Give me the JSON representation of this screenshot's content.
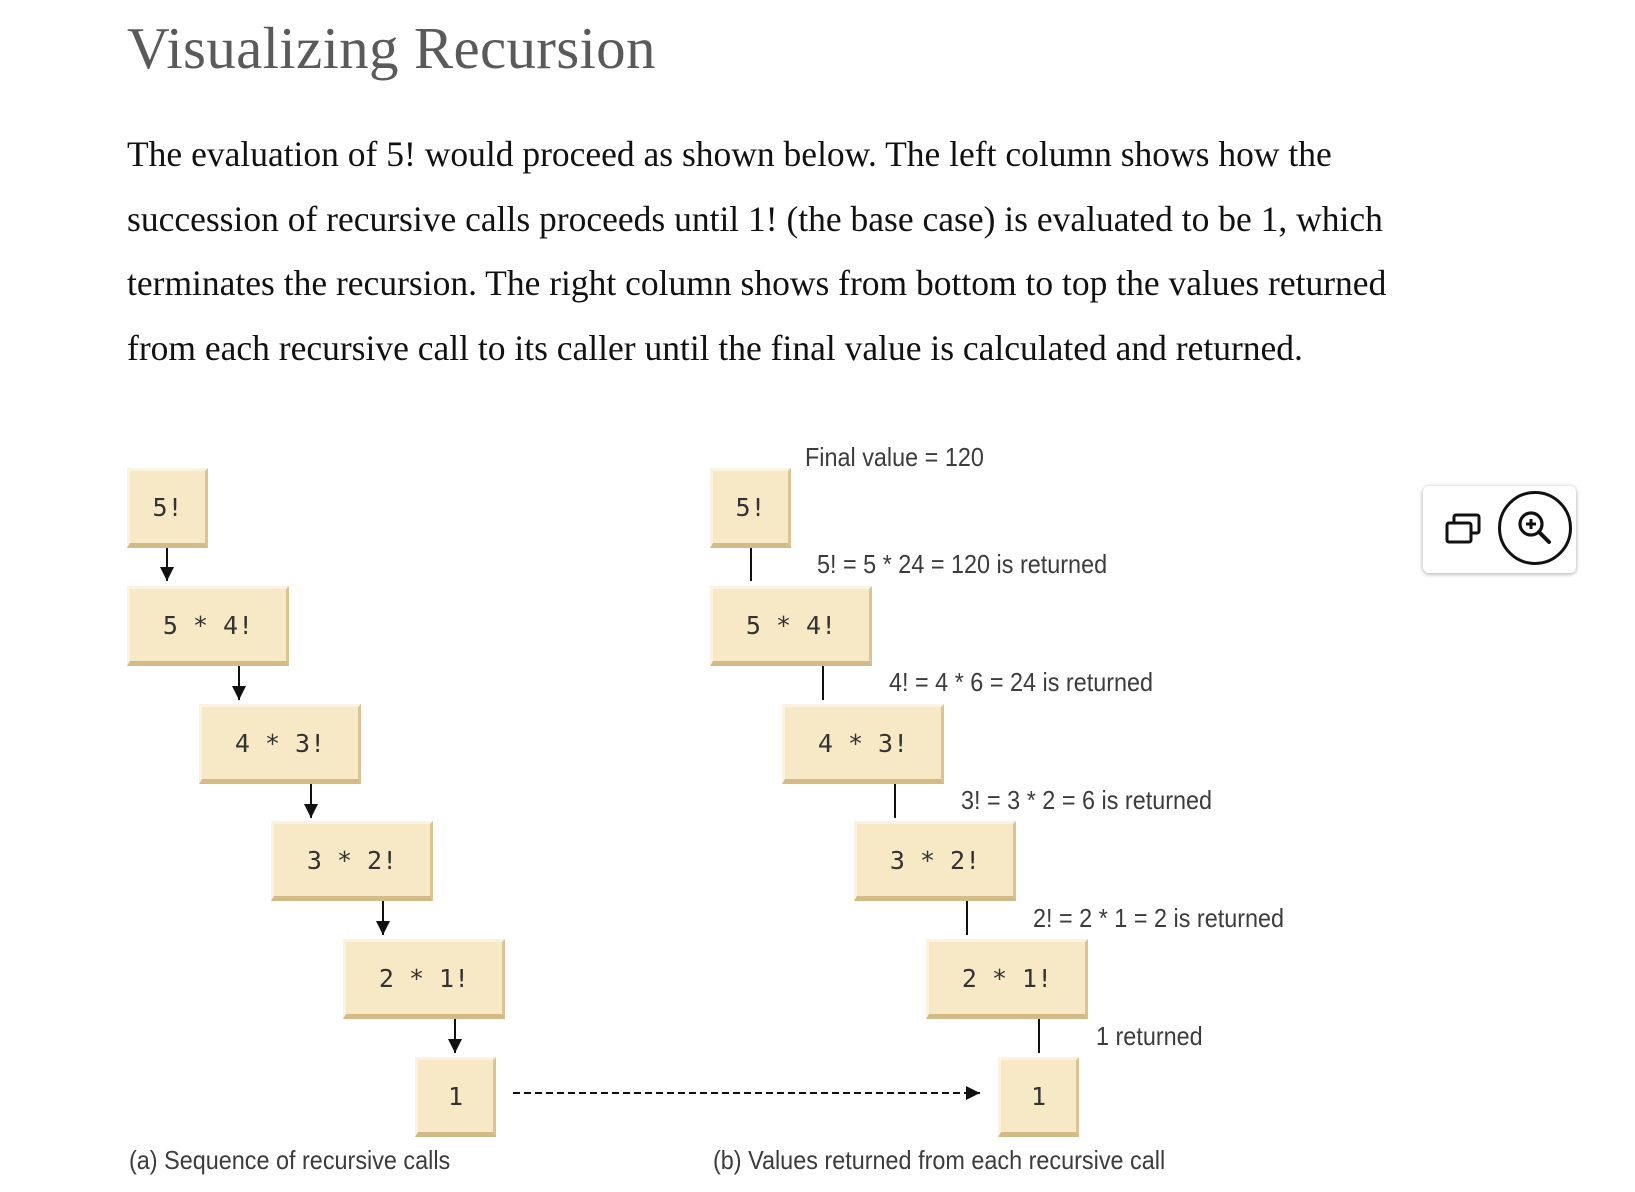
{
  "page": {
    "title": "Visualizing Recursion",
    "intro_lines": [
      "The evaluation of 5! would proceed as shown below. The left column shows how the",
      "succession of recursive calls proceeds until 1! (the base case) is evaluated to be 1, which",
      "terminates the recursion. The right column shows from bottom to top the values returned",
      "from each recursive call to its caller until the final value is calculated and returned."
    ]
  },
  "figure": {
    "left_column": {
      "boxes": [
        "5!",
        "5 * 4!",
        "4 * 3!",
        "3 * 2!",
        "2 * 1!",
        "1"
      ],
      "caption": "(a) Sequence of recursive calls"
    },
    "right_column": {
      "final_value": "Final value = 120",
      "boxes": [
        "5!",
        "5 * 4!",
        "4 * 3!",
        "3 * 2!",
        "2 * 1!",
        "1"
      ],
      "returns": [
        "5! = 5 * 24 = 120 is returned",
        "4! = 4 * 6 = 24 is returned",
        "3! = 3 * 2 = 6 is returned",
        "2! = 2 * 1 = 2 is returned",
        "1 returned"
      ],
      "caption": "(b) Values returned from each recursive call"
    },
    "colors": {
      "box_fill": "#f7e8c6",
      "box_shadow": "#d4ba87",
      "arrow": "#111111"
    }
  },
  "toolbar": {
    "icons": [
      "popout-icon",
      "zoom-in-icon"
    ]
  }
}
